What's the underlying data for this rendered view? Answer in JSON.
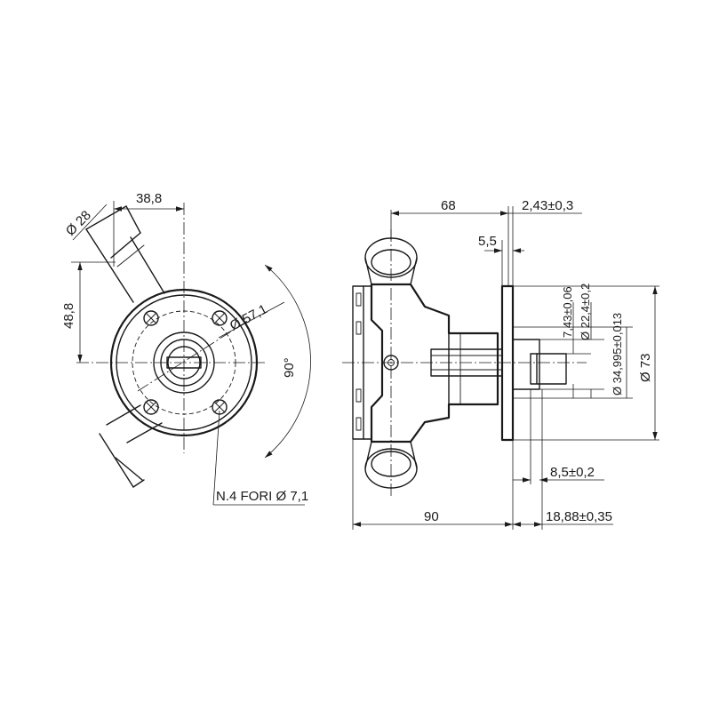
{
  "front_view": {
    "dim_inlet_diameter": "Ø 28",
    "dim_horizontal_offset": "38,8",
    "dim_vertical_offset": "48,8",
    "dim_bolt_circle": "Ø 57,1",
    "dim_angle": "90°",
    "dim_holes": "N.4 FORI Ø 7,1"
  },
  "side_view": {
    "dim_length_68": "68",
    "dim_tol_2_43": "2,43±0,3",
    "dim_5_5": "5,5",
    "dim_7_43": "7,43±0,06",
    "dim_22_4": "Ø 22,4±0,2",
    "dim_34_995": "Ø 34,995±0,013",
    "dim_73": "Ø 73",
    "dim_8_5": "8,5±0,2",
    "dim_90": "90",
    "dim_18_88": "18,88±0,35"
  }
}
